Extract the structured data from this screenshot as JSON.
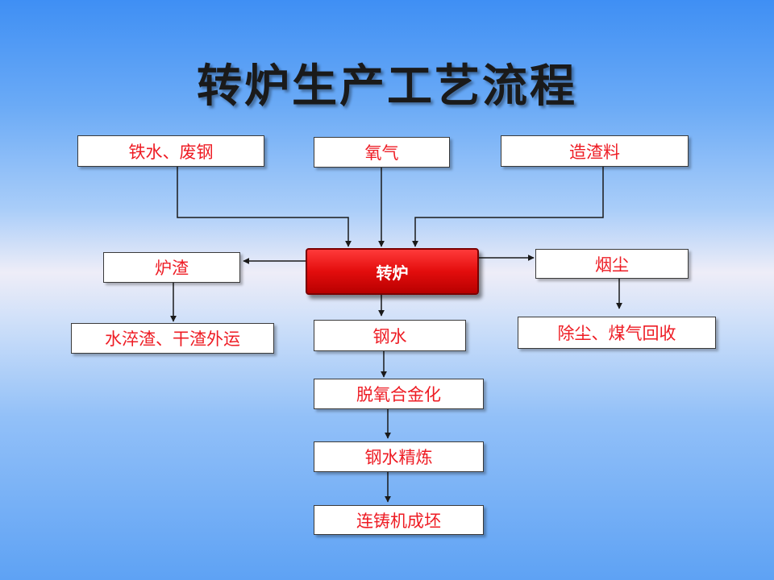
{
  "title": "转炉生产工艺流程",
  "nodes": {
    "iron_scrap": "铁水、废钢",
    "oxygen": "氧气",
    "slag_former": "造渣料",
    "converter": "转炉",
    "furnace_slag": "炉渣",
    "slag_handling": "水淬渣、干渣外运",
    "molten_steel": "钢水",
    "flue_dust": "烟尘",
    "dust_gas_recovery": "除尘、煤气回收",
    "deoxidation_alloying": "脱氧合金化",
    "refining": "钢水精炼",
    "casting": "连铸机成坯"
  },
  "colors": {
    "box_text": "#ee1c24",
    "converter_fill": "#e30d0d",
    "arrow": "#1a1a1a"
  }
}
